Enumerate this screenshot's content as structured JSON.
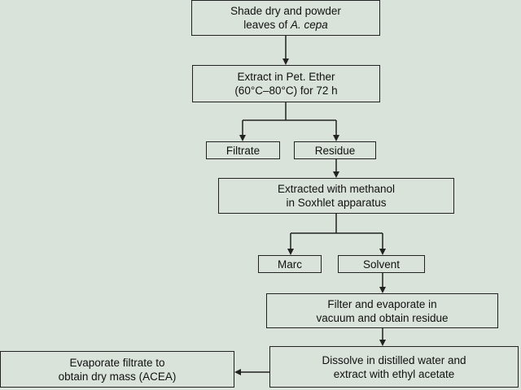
{
  "diagram": {
    "step1": {
      "line1": "Shade dry and powder",
      "line2_prefix": "leaves of ",
      "line2_italic": "A. cepa"
    },
    "step2": {
      "line1": "Extract in Pet. Ether",
      "line2": "(60°C–80°C) for 72 h"
    },
    "filtrate": "Filtrate",
    "residue": "Residue",
    "step3": {
      "line1": "Extracted with methanol",
      "line2": "in Soxhlet apparatus"
    },
    "marc": "Marc",
    "solvent": "Solvent",
    "step4": {
      "line1": "Filter and evaporate in",
      "line2": "vacuum and obtain residue"
    },
    "step5": {
      "line1": "Dissolve in distilled water and",
      "line2": "extract with ethyl acetate"
    },
    "step6": {
      "line1": "Evaporate filtrate to",
      "line2": "obtain dry mass (ACEA)"
    }
  }
}
